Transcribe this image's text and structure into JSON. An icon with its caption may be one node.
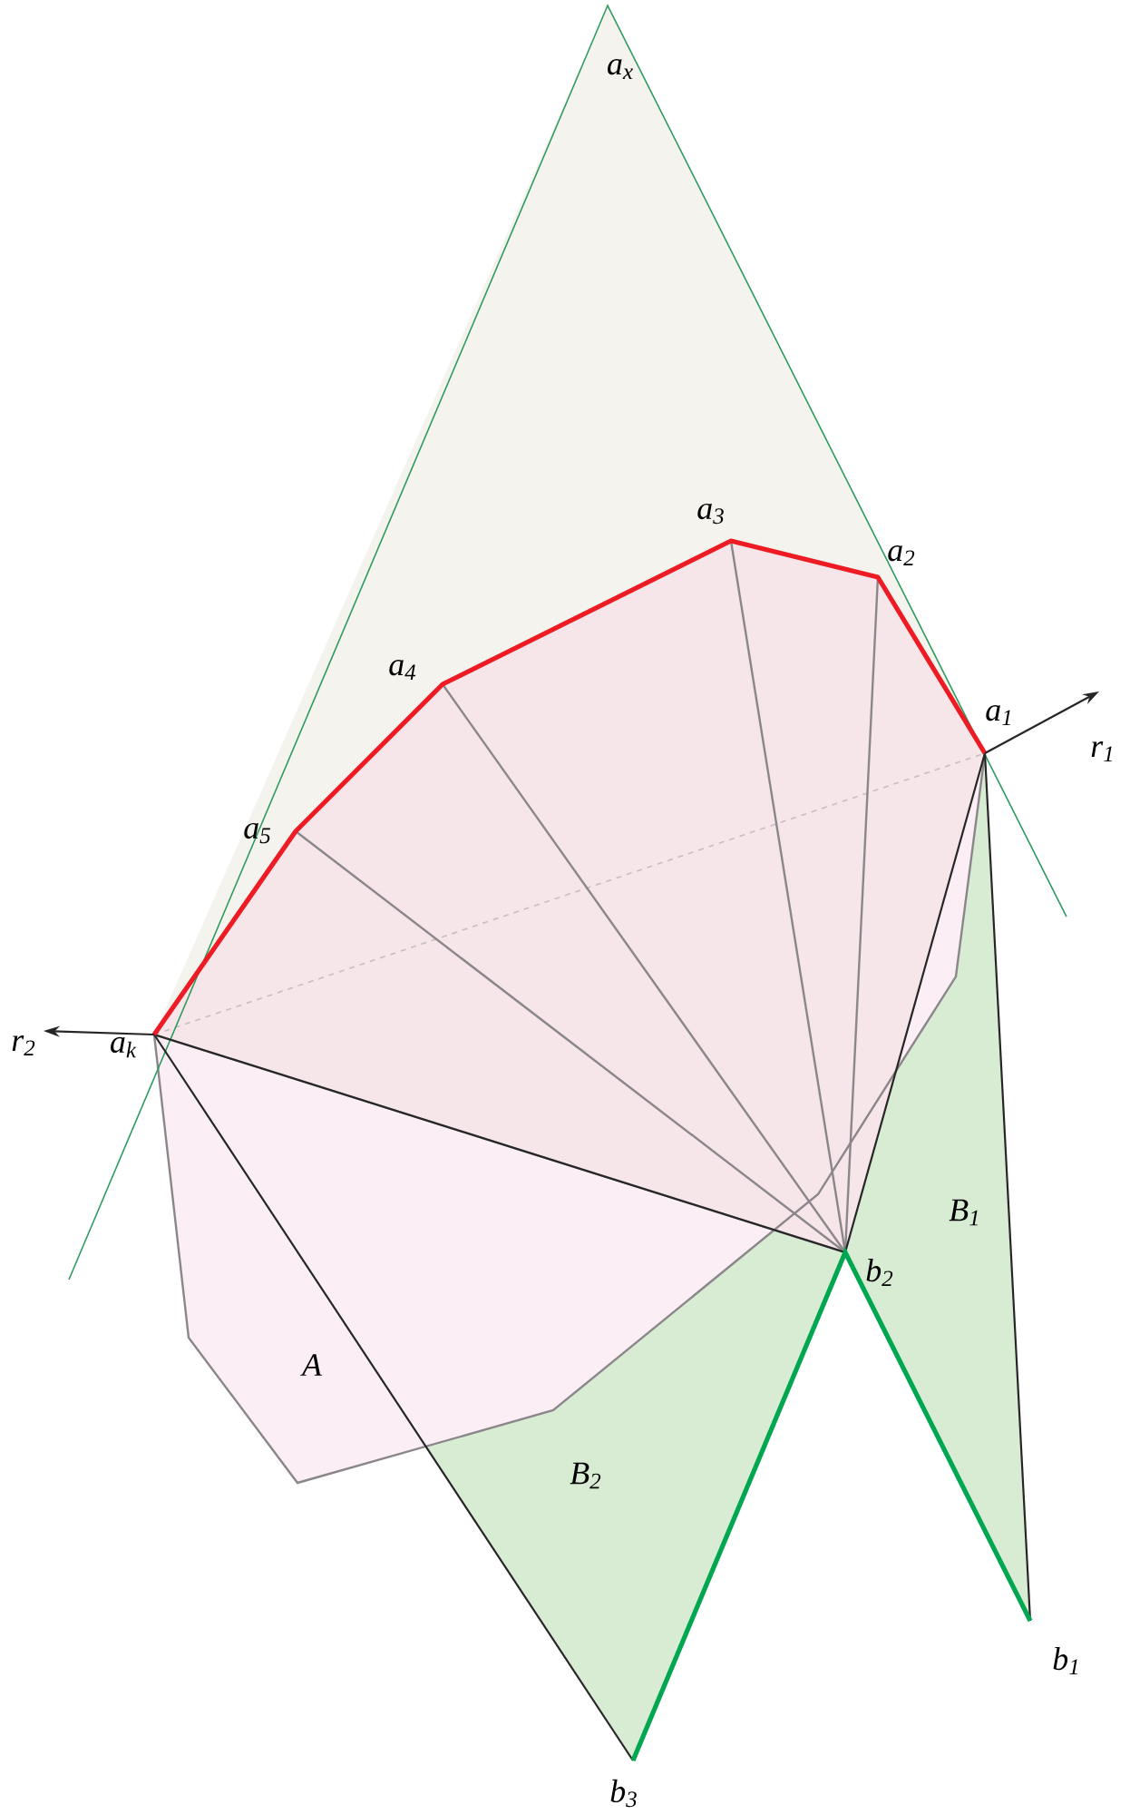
{
  "diagram": {
    "labels": [
      "a$_{x}$",
      "a$_{3}$",
      "a$_{2}$",
      "a$_{4}$",
      "a$_{1}$",
      "r$_{1}$",
      "a$_{5}$",
      "r$_{2}$",
      "a$_{k}$",
      "B$_{1}$",
      "b$_{2}$",
      "A",
      "B$_{2}$",
      "b$_{1}$",
      "b$_{3}$"
    ]
  }
}
